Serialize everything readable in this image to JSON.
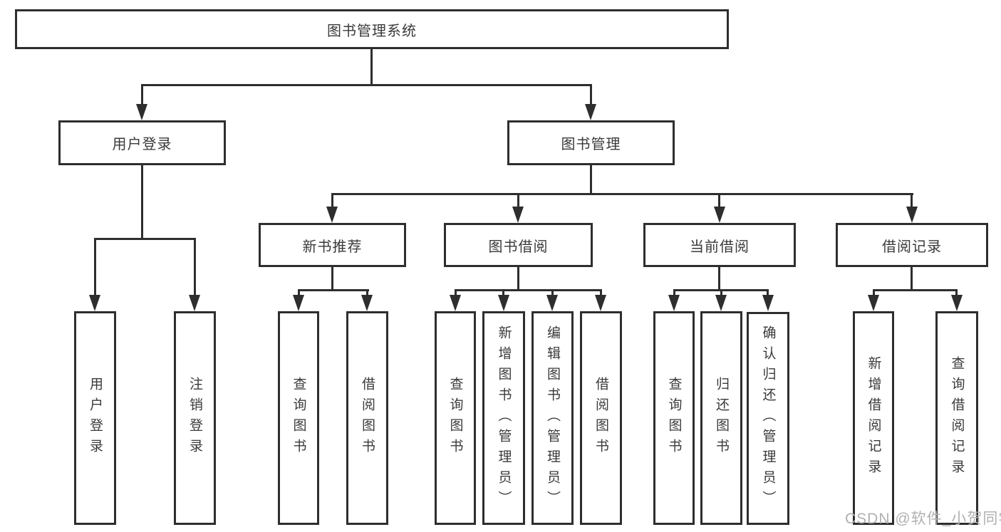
{
  "diagram": {
    "root": {
      "label": "图书管理系统"
    },
    "level2": {
      "user_login": {
        "label": "用户登录"
      },
      "book_mgmt": {
        "label": "图书管理"
      }
    },
    "level3": {
      "new_books": {
        "label": "新书推荐"
      },
      "book_borrow": {
        "label": "图书借阅"
      },
      "current_borrow": {
        "label": "当前借阅"
      },
      "borrow_records": {
        "label": "借阅记录"
      }
    },
    "leaves": {
      "user_login": [
        "用户登录",
        "注销登录"
      ],
      "new_books": [
        "查询图书",
        "借阅图书"
      ],
      "book_borrow": [
        "查询图书",
        "新增图书（管理员）",
        "编辑图书（管理员）",
        "借阅图书"
      ],
      "current_borrow": [
        "查询图书",
        "归还图书",
        "确认归还（管理员）"
      ],
      "borrow_records": [
        "新增借阅记录",
        "查询借阅记录"
      ]
    }
  },
  "watermark": {
    "text": "CSDN @软件_小贺同学"
  },
  "colors": {
    "line": "#2e2e2e",
    "text": "#3a3a3a",
    "watermark": "#b2b0b0",
    "background": "#ffffff"
  }
}
